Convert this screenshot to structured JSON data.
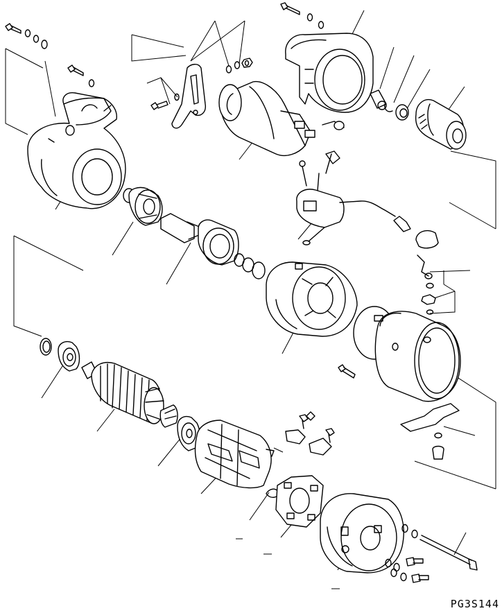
{
  "diagram": {
    "type": "exploded-parts-view",
    "subject": "starter-motor",
    "drawing_code": "PG3S144"
  }
}
